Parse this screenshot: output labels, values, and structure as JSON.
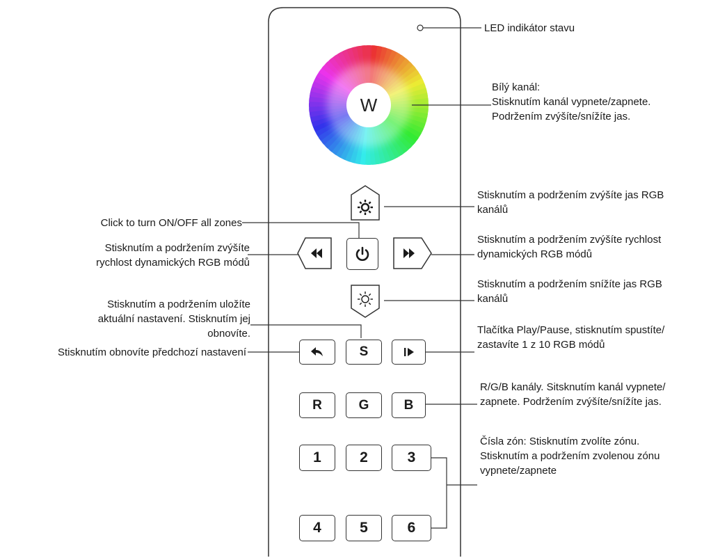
{
  "remote": {
    "wheel_label": "W",
    "buttons": {
      "save": "S",
      "red": "R",
      "green": "G",
      "blue": "B",
      "zones": [
        "1",
        "2",
        "3",
        "4",
        "5",
        "6"
      ]
    }
  },
  "labels": {
    "led": "LED indikátor stavu",
    "white": [
      "Bílý kanál:",
      "Stisknutím kanál vypnete/zapnete.",
      "Podržením zvýšíte/snížíte jas."
    ],
    "brightness_up": [
      "Stisknutím a podržením zvýšíte jas RGB",
      "kanálů"
    ],
    "speed_up": [
      "Stisknutím a podržením zvýšíte rychlost",
      "dynamických RGB módů"
    ],
    "brightness_down": [
      "Stisknutím a podržením snížíte jas RGB",
      "kanálů"
    ],
    "play_pause": [
      "Tlačítka Play/Pause, stisknutím spustíte/",
      "zastavíte 1 z 10 RGB módů"
    ],
    "rgb": [
      "R/G/B kanály. Sitsknutím kanál vypnete/",
      "zapnete. Podržením zvýšíte/snížíte jas."
    ],
    "zones": [
      "Čísla zón: Stisknutím zvolíte zónu.",
      "Stisknutím a podržením zvolenou zónu",
      "vypnete/zapnete"
    ],
    "power": "Click to turn ON/OFF all zones",
    "speed_down": [
      "Stisknutím a podržením zvýšíte",
      "rychlost dynamických RGB módů"
    ],
    "save": [
      "Stisknutím a podržením uložíte",
      "aktuální nastavení. Stisknutím jej",
      "obnovíte."
    ],
    "restore": "Stisknutím obnovíte předchozí nastavení"
  }
}
